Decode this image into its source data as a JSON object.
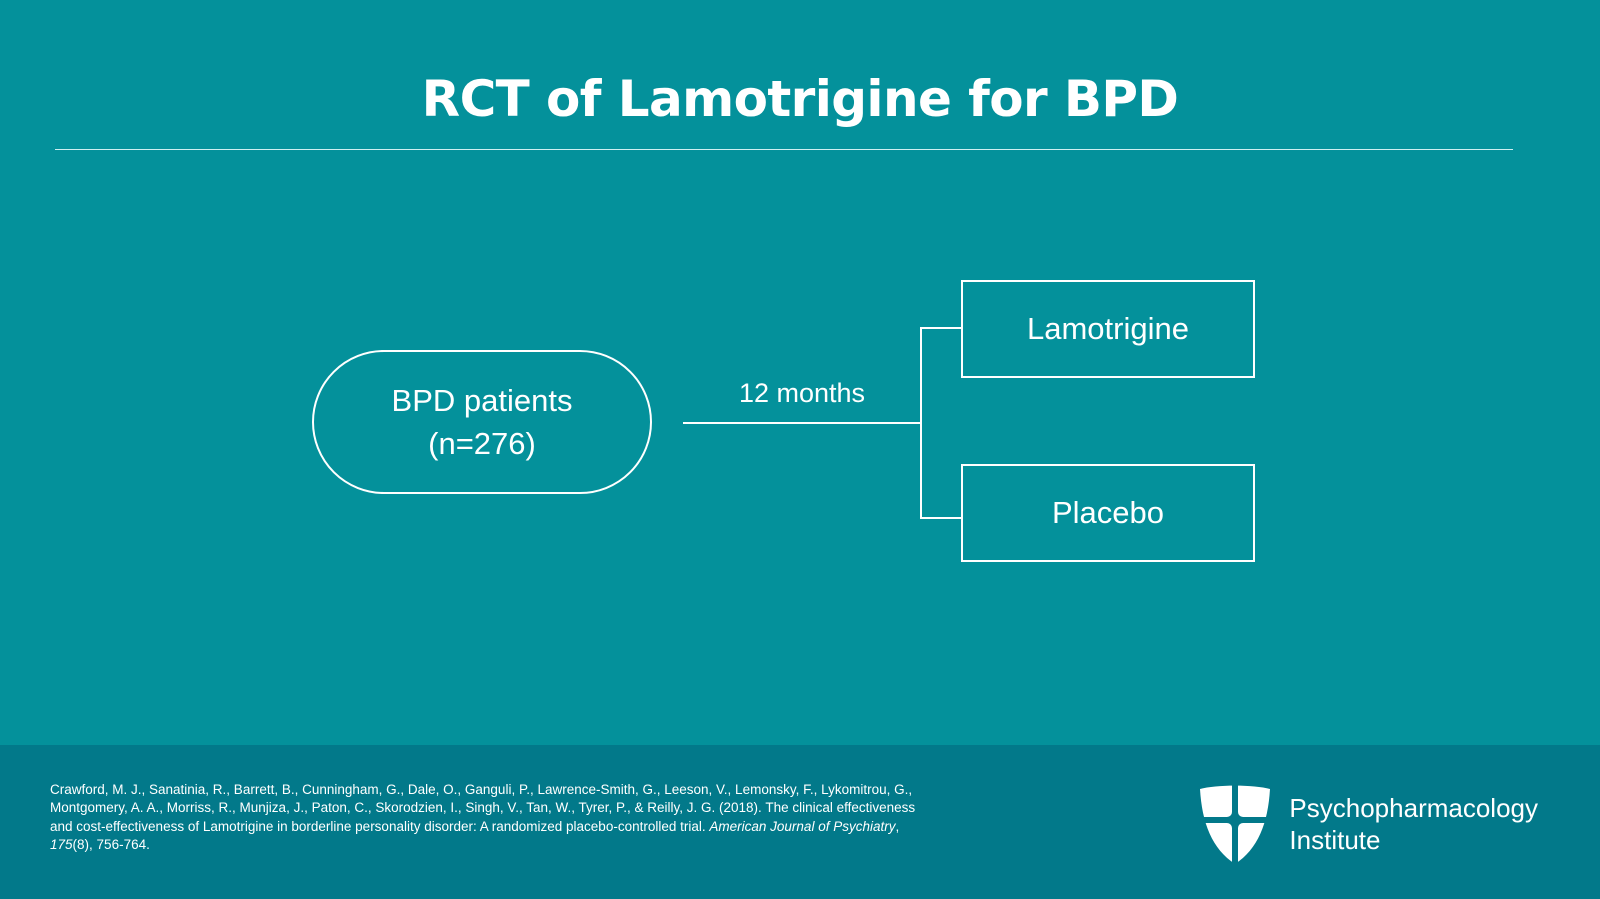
{
  "slide": {
    "title": "RCT of Lamotrigine for BPD",
    "background_color": "#04919b",
    "footer_color": "#02798a",
    "text_color": "#ffffff"
  },
  "diagram": {
    "type": "flow",
    "population": {
      "label_line1": "BPD patients",
      "label_line2": "(n=276)",
      "n": 276,
      "shape": "rounded-pill"
    },
    "edge_label": "12 months",
    "duration_months": 12,
    "arms": [
      {
        "label": "Lamotrigine",
        "role": "treatment"
      },
      {
        "label": "Placebo",
        "role": "control"
      }
    ]
  },
  "footer": {
    "citation": {
      "authors": "Crawford, M. J., Sanatinia, R., Barrett, B., Cunningham, G., Dale, O., Ganguli, P., Lawrence-Smith, G., Leeson, V., Lemonsky, F., Lykomitrou, G., Montgomery, A. A., Morriss, R., Munjiza, J., Paton, C., Skorodzien, I., Singh, V., Tan, W., Tyrer, P., & Reilly, J. G.",
      "year": "(2018).",
      "article_title": "The clinical effectiveness and cost-effectiveness of Lamotrigine in borderline personality disorder: A randomized placebo-controlled trial.",
      "journal": "American Journal of Psychiatry",
      "journal_separator": ",",
      "volume": "175",
      "issue": "(8),",
      "pages": "756-764."
    },
    "logo": {
      "mark_name": "shield-logo",
      "name_line1": "Psychopharmacology",
      "name_line2": "Institute"
    }
  }
}
